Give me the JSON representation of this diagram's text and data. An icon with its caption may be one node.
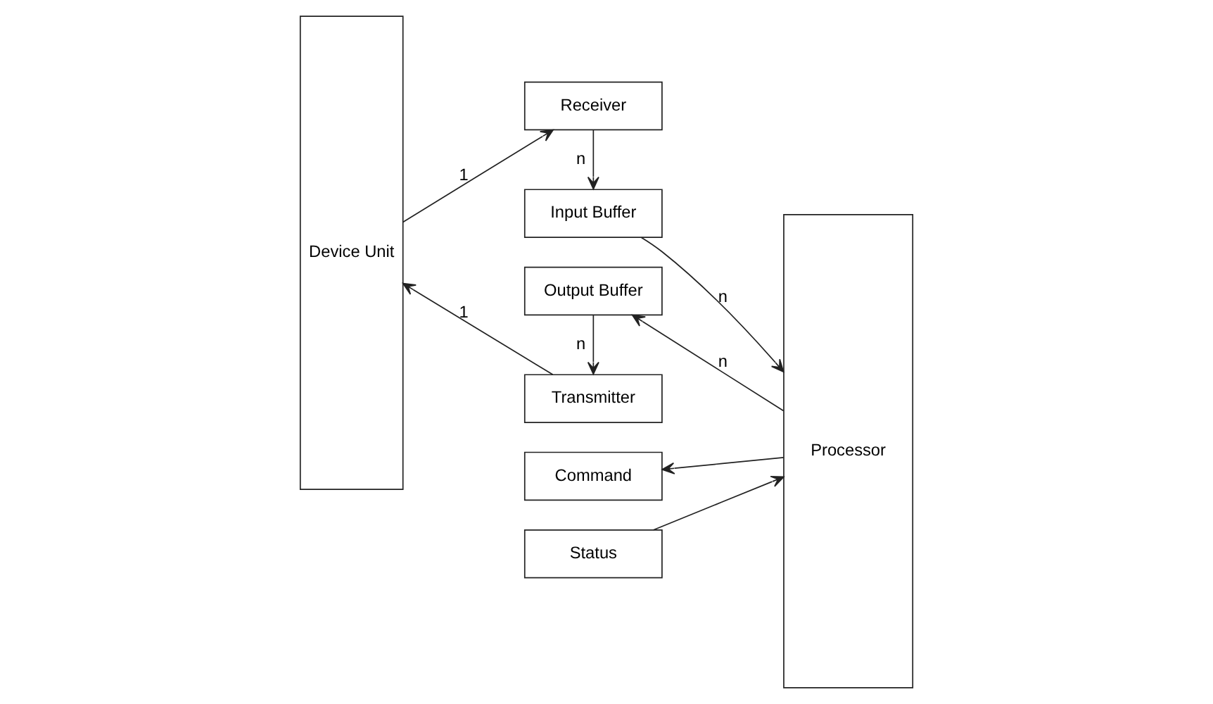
{
  "diagram": {
    "nodes": [
      {
        "text": [
          "Device Unit"
        ]
      },
      {
        "text": [
          "Receiver"
        ]
      },
      {
        "text": [
          "Input Buffer"
        ]
      },
      {
        "text": [
          "Output Buffer"
        ]
      },
      {
        "text": [
          "Transmitter"
        ]
      },
      {
        "text": [
          "Processor"
        ]
      },
      {
        "text": [
          "Status"
        ]
      },
      {
        "text": [
          "Command"
        ]
      }
    ],
    "edges": [
      {
        "from": 0,
        "to": 1,
        "arrow": "to",
        "label": "1"
      },
      {
        "from": 1,
        "to": 2,
        "arrow": "to",
        "label": "n"
      },
      {
        "from": 2,
        "to": 5,
        "arrow": "to",
        "label": "n"
      },
      {
        "from": 5,
        "to": 3,
        "arrow": "to",
        "label": "n"
      },
      {
        "from": 3,
        "to": 4,
        "arrow": "to",
        "label": "n"
      },
      {
        "from": 4,
        "to": 0,
        "arrow": "to",
        "label": "1"
      },
      {
        "from": 6,
        "to": 5,
        "arrow": "to"
      },
      {
        "from": 5,
        "to": 7,
        "arrow": "to"
      }
    ]
  }
}
